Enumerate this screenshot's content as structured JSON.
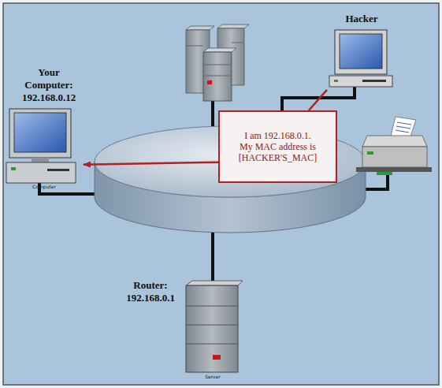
{
  "diagram": {
    "nodes": [
      {
        "text": [
          "Hacker"
        ]
      },
      {
        "text": [
          "Your Computer: 192.168.0.12",
          "Computer"
        ]
      },
      {
        "text": [
          "I am 192.168.0.1. My MAC address is [HACKER'S_MAC]"
        ]
      },
      {
        "text": [
          "Router: 192.168.0.1",
          "Server"
        ]
      }
    ],
    "edges": [
      {
        "from": 2,
        "to": 1,
        "arrow": "to"
      },
      {
        "from": 0,
        "to": 2,
        "arrow": "none"
      }
    ]
  }
}
